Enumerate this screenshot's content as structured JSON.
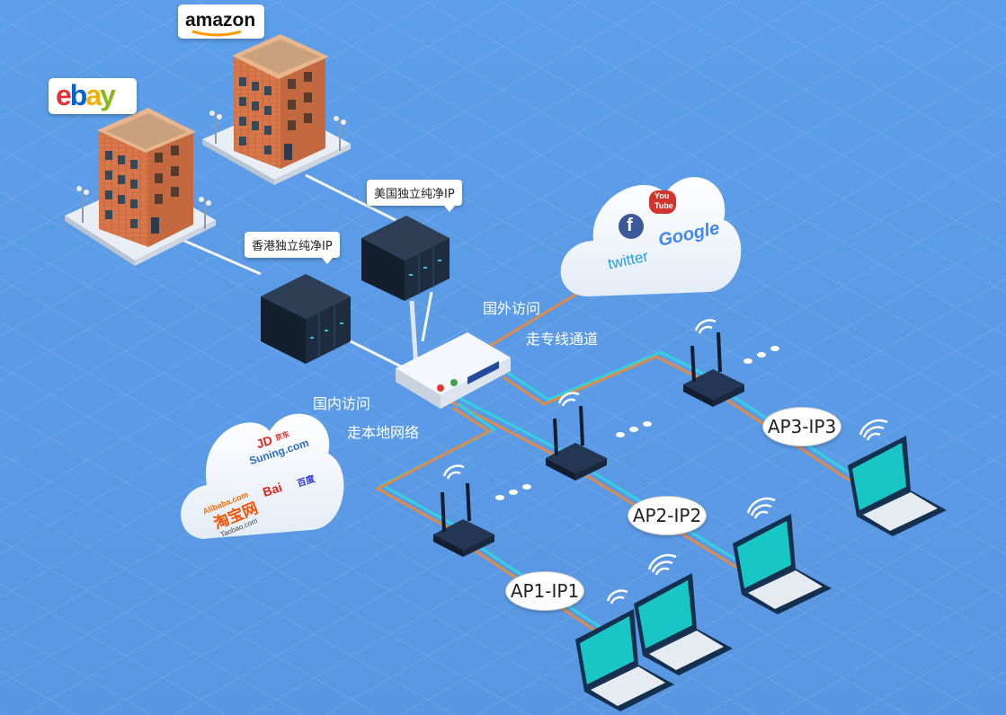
{
  "labels": {
    "ebay": "ebay",
    "amazon": "amazon",
    "us_ip": "美国独立纯净IP",
    "hk_ip": "香港独立纯净IP",
    "foreign_access": "国外访问",
    "dedicated_line": "走专线通道",
    "domestic_access": "国内访问",
    "local_network": "走本地网络",
    "ap1": "AP1-IP1",
    "ap2": "AP2-IP2",
    "ap3": "AP3-IP3"
  },
  "foreign_cloud_brands": {
    "twitter": "twitter",
    "google": "Google",
    "facebook": "f",
    "youtube_top": "You",
    "youtube_bottom": "Tube"
  },
  "domestic_cloud_brands": {
    "jd": "JD",
    "jd_cn": "京东",
    "suning": "Suning.com",
    "alibaba": "Alibaba.com",
    "taobao": "淘宝网",
    "taobao_url": "Taobao.com",
    "baidu": "Bai",
    "baidu_cn": "百度"
  },
  "colors": {
    "background": "#5b9be8",
    "cable_cyan": "#33d1e0",
    "cable_orange": "#e08a4a",
    "server": "#1a2738",
    "laptop_screen": "#19c6c6",
    "building_brick": "#d8784a"
  }
}
